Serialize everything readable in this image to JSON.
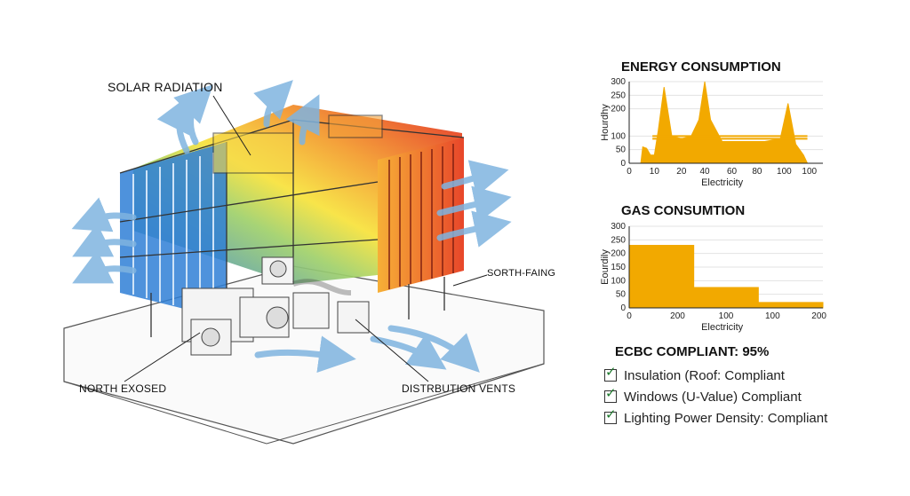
{
  "callouts": {
    "solar": "SOLAR RADIATION",
    "north": "NORTH EXOSED",
    "south": "SORTH-FAING",
    "vents": "DISTRBUTION VENTS"
  },
  "colors": {
    "cold_face": "#2f7fd6",
    "hot_face": "#e2231a",
    "airflow": "#7fb4e0",
    "chart_fill": "#f2a900"
  },
  "ecbc": {
    "title": "ECBC COMPLIANT: 95%",
    "items": [
      {
        "label": "Insulation (Roof: Compliant",
        "checked": true
      },
      {
        "label": "Windows (U-Value) Compliant",
        "checked": true
      },
      {
        "label": "Lighting Power Density: Compliant",
        "checked": true
      }
    ]
  },
  "chart_data": [
    {
      "type": "area",
      "title": "ENERGY CONSUMPTION",
      "xlabel": "Electricity",
      "ylabel": "Hourdhy",
      "xticks": [
        "0",
        "10",
        "20",
        "40",
        "60",
        "80",
        "100",
        "100"
      ],
      "yticks": [
        "0",
        "50",
        "100",
        "200",
        "250",
        "300"
      ],
      "series": [
        {
          "points": [
            [
              6,
              0
            ],
            [
              7,
              60
            ],
            [
              9,
              55
            ],
            [
              11,
              30
            ],
            [
              13,
              30
            ],
            [
              15,
              120
            ],
            [
              18,
              280
            ],
            [
              22,
              100
            ],
            [
              27,
              90
            ],
            [
              32,
              100
            ],
            [
              36,
              160
            ],
            [
              39,
              300
            ],
            [
              42,
              160
            ],
            [
              48,
              80
            ],
            [
              56,
              80
            ],
            [
              62,
              80
            ],
            [
              70,
              80
            ],
            [
              78,
              90
            ],
            [
              82,
              220
            ],
            [
              86,
              70
            ],
            [
              90,
              30
            ],
            [
              92,
              0
            ]
          ]
        }
      ],
      "reference_lines": [
        100,
        90
      ]
    },
    {
      "type": "area",
      "title": "GAS CONSUMTION",
      "xlabel": "Electricity",
      "ylabel": "Eourdily",
      "xticks": [
        "0",
        "200",
        "100",
        "100",
        "200"
      ],
      "yticks": [
        "0",
        "50",
        "100",
        "150",
        "200",
        "250",
        "300"
      ],
      "series": [
        {
          "points": [
            [
              0,
              230
            ],
            [
              100,
              230
            ],
            [
              100,
              75
            ],
            [
              200,
              75
            ],
            [
              200,
              20
            ],
            [
              300,
              20
            ]
          ]
        }
      ]
    }
  ]
}
